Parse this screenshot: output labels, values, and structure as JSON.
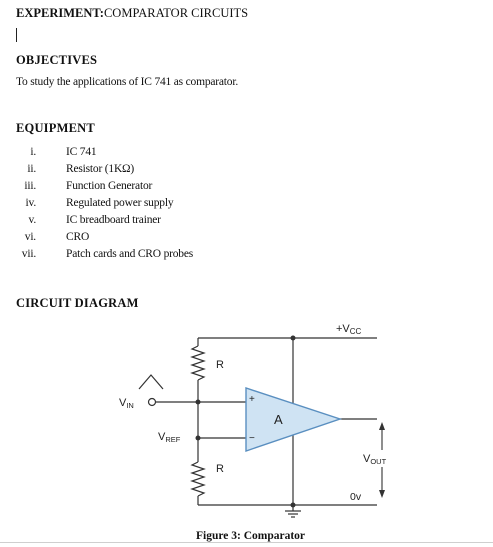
{
  "document": {
    "title_bold": "EXPERIMENT:",
    "title_rest": "COMPARATOR CIRCUITS",
    "objectives": {
      "heading": "OBJECTIVES",
      "text": "To study the applications of IC 741 as comparator."
    },
    "equipment": {
      "heading": "EQUIPMENT",
      "items": [
        {
          "num": "i.",
          "label": "IC 741"
        },
        {
          "num": "ii.",
          "label": "Resistor (1KΩ)"
        },
        {
          "num": "iii.",
          "label": "Function Generator"
        },
        {
          "num": "iv.",
          "label": "Regulated power supply"
        },
        {
          "num": "v.",
          "label": "IC breadboard trainer"
        },
        {
          "num": "vi.",
          "label": "CRO"
        },
        {
          "num": "vii.",
          "label": "Patch cards and CRO probes"
        }
      ]
    },
    "circuit": {
      "heading": "CIRCUIT DIAGRAM",
      "vcc_label": "+V",
      "vcc_sub": "CC",
      "vin_label": "V",
      "vin_sub": "IN",
      "vref_label": "V",
      "vref_sub": "REF",
      "vout_label": "V",
      "vout_sub": "OUT",
      "r_top": "R",
      "r_bottom": "R",
      "opamp_label": "A",
      "plus_sign": "+",
      "minus_sign": "−",
      "zero_v": "0v",
      "caption": "Figure 3: Comparator"
    },
    "colors": {
      "opamp_fill": "#cfe3f3",
      "opamp_stroke": "#5a8fc0",
      "wire": "#333333"
    }
  }
}
